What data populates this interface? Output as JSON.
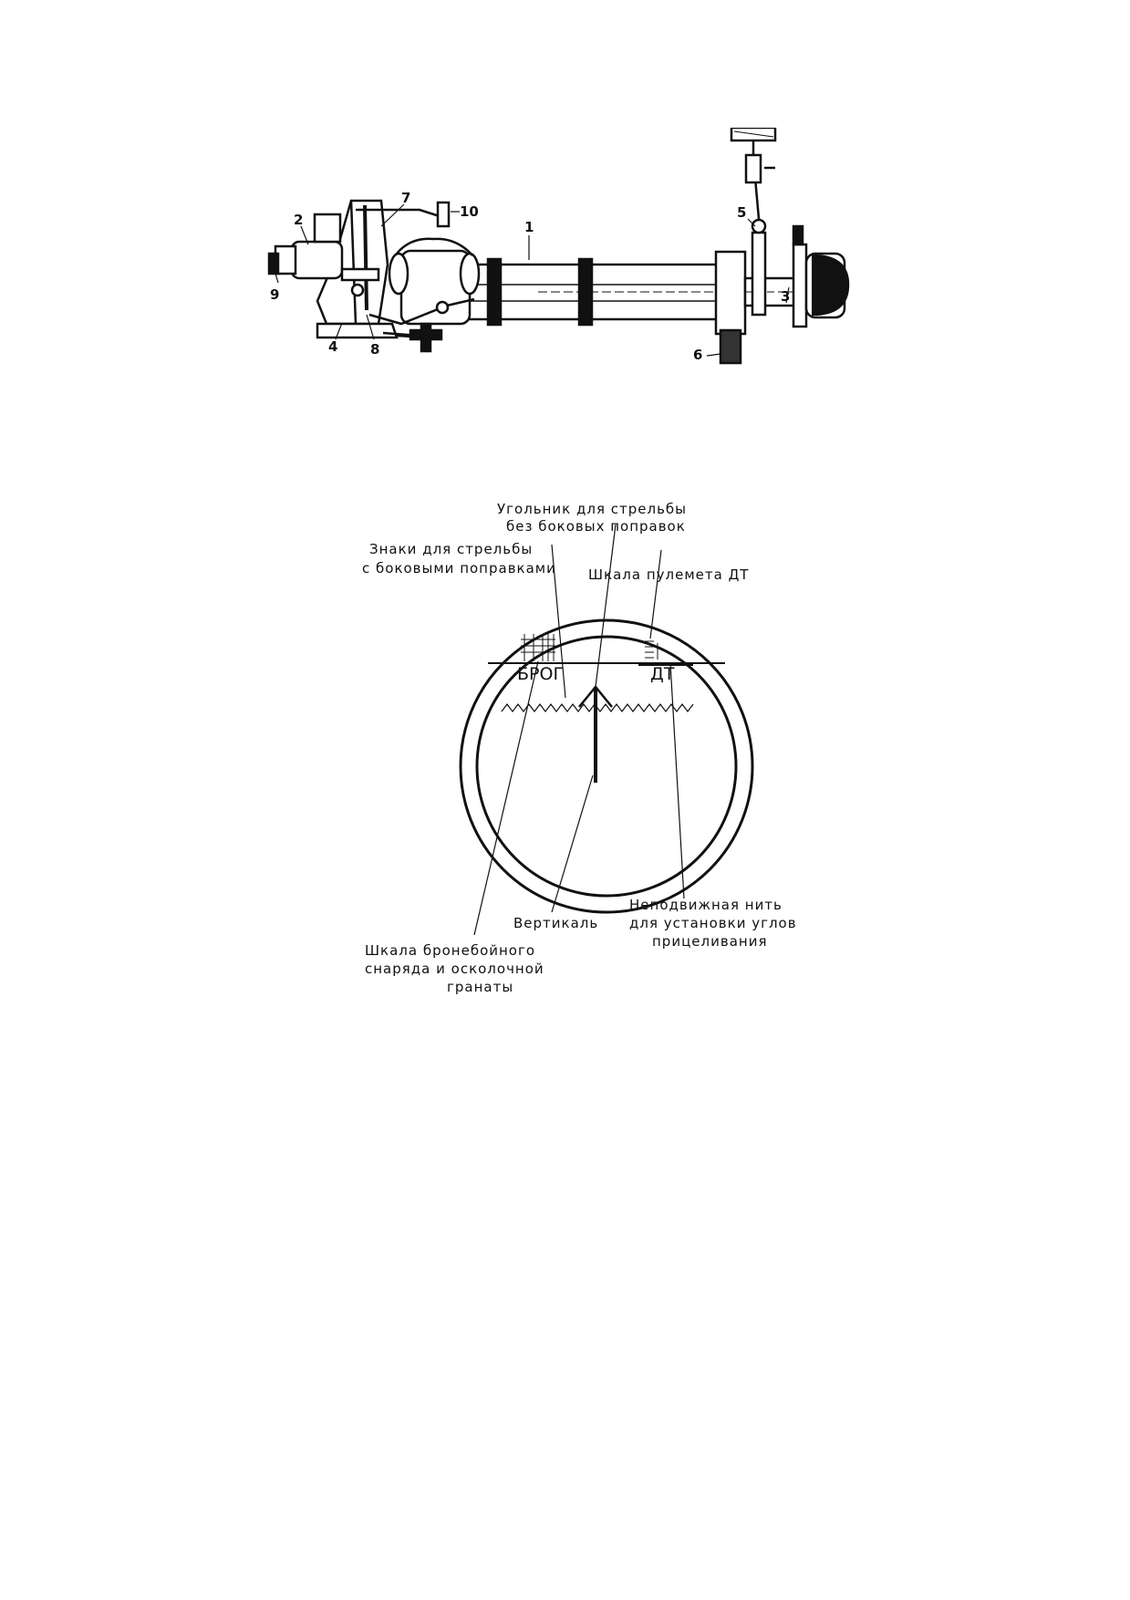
{
  "sight_assembly": {
    "callouts": [
      "1",
      "2",
      "3",
      "4",
      "5",
      "6",
      "7",
      "8",
      "9",
      "10"
    ]
  },
  "reticle": {
    "scale_brog": "БРОГ",
    "scale_dt": "ДТ",
    "labels": {
      "angle_mark_line1": "Угольник для стрельбы",
      "angle_mark_line2": "без боковых поправок",
      "lateral_marks_line1": "Знаки для стрельбы",
      "lateral_marks_line2": "с боковыми поправками",
      "mg_scale": "Шкала пулемета ДТ",
      "vertical": "Вертикаль",
      "fixed_thread_line1": "Неподвижная нить",
      "fixed_thread_line2": "для установки углов",
      "fixed_thread_line3": "прицеливания",
      "ap_scale_line1": "Шкала бронебойного",
      "ap_scale_line2": "снаряда и осколочной",
      "ap_scale_line3": "гранаты"
    }
  }
}
